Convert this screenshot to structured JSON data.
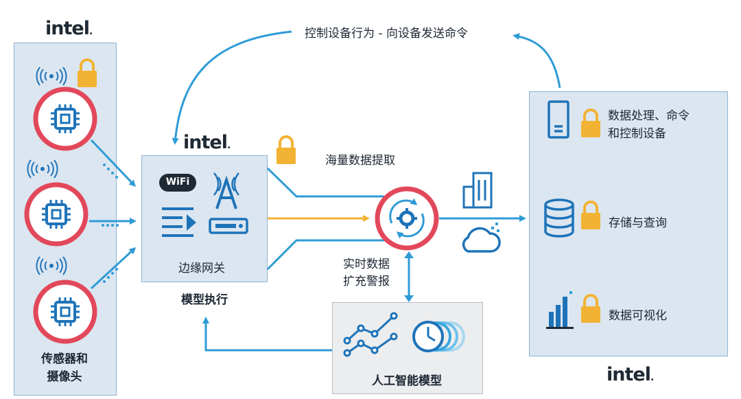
{
  "brand": {
    "logo_text": "intel",
    "logo_suffix": "."
  },
  "top_arrow_label": "控制设备行为 - 向设备发送命令",
  "sensors": {
    "label_line1": "传感器和",
    "label_line2": "摄像头"
  },
  "gateway": {
    "title": "边缘网关",
    "caption": "模型执行",
    "wifi_text": "WiFi"
  },
  "extraction_label": "海量数据提取",
  "realtime_label": {
    "line1": "实时数据",
    "line2": "扩充警报"
  },
  "ai_model": {
    "label": "人工智能模型"
  },
  "cloud_panel": {
    "items": [
      {
        "line1": "数据处理、命令",
        "line2": "和控制设备"
      },
      {
        "line1": "存储与查询",
        "line2": ""
      },
      {
        "line1": "数据可视化",
        "line2": ""
      }
    ]
  },
  "colors": {
    "accent": "#2e9bd6",
    "ring": "#e2485a",
    "chip": "#1e73b8",
    "lock": "#f2b233",
    "panel": "#dbe6f1",
    "yellow_line": "#f2b233"
  }
}
